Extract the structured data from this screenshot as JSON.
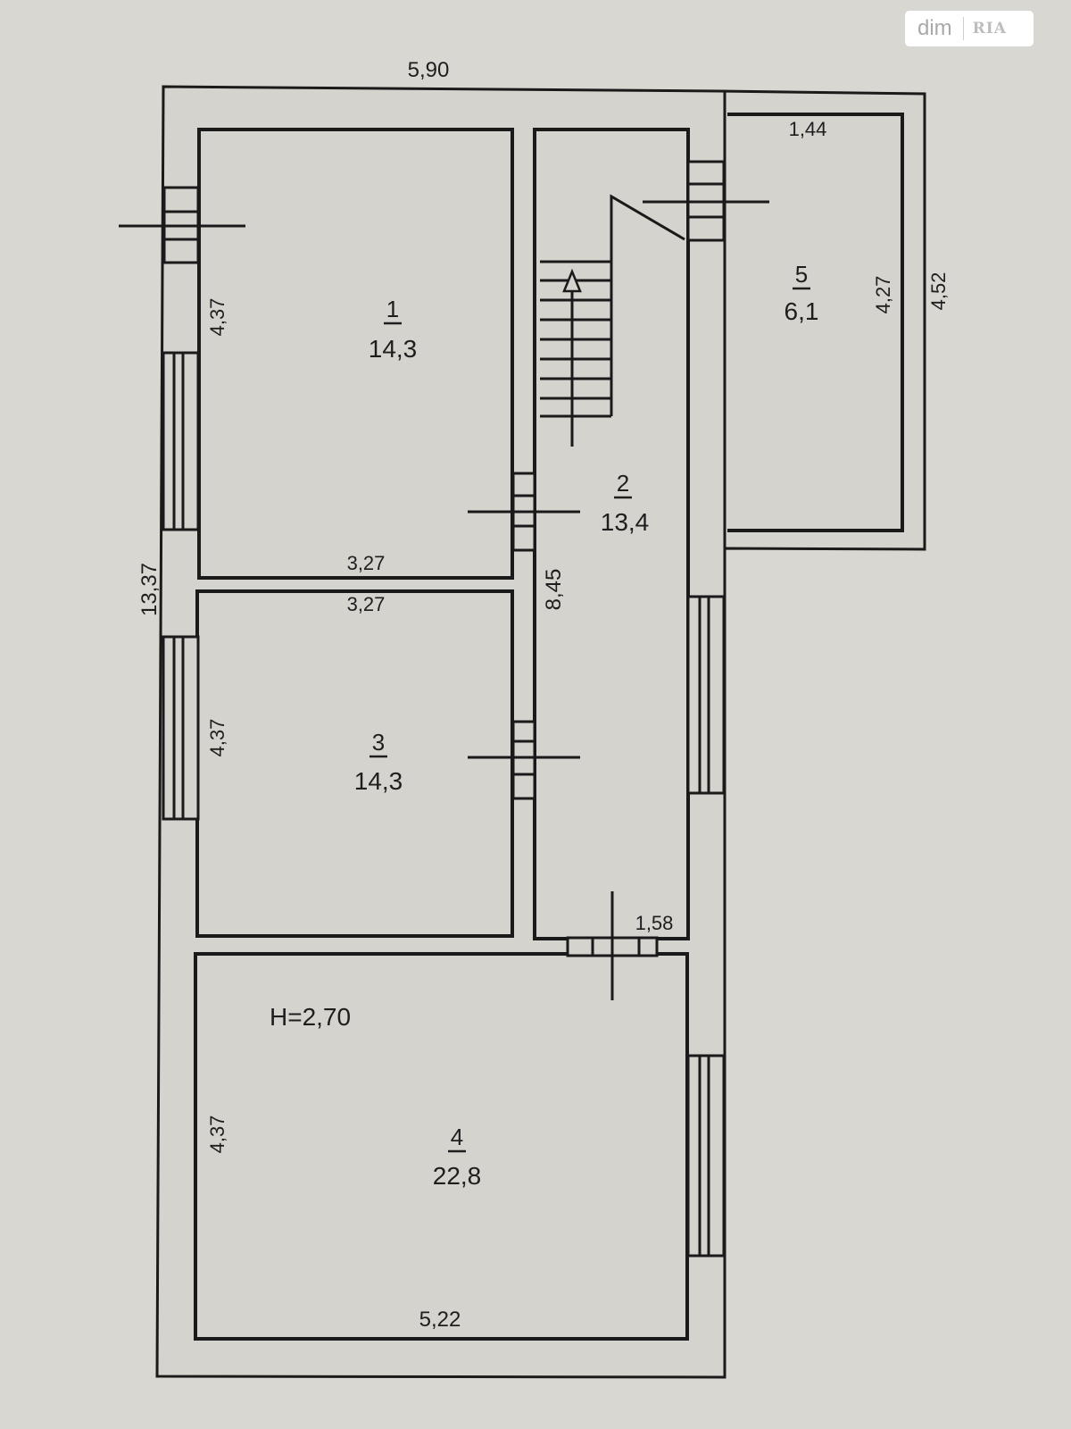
{
  "watermark": {
    "left": "dim",
    "right": "RIA"
  },
  "colors": {
    "background": "#d9d7d1",
    "wall": "#1a1a1a",
    "fill": "#d5d3cd"
  },
  "ceiling_height": "H=2,70",
  "rooms": [
    {
      "number": "1",
      "area": "14,3"
    },
    {
      "number": "2",
      "area": "13,4"
    },
    {
      "number": "3",
      "area": "14,3"
    },
    {
      "number": "4",
      "area": "22,8"
    },
    {
      "number": "5",
      "area": "6,1"
    }
  ],
  "dimensions": {
    "top_total_width": "5,90",
    "left_total_height": "13,37",
    "room1_height": "4,37",
    "room1_width": "3,27",
    "room3_width": "3,27",
    "room3_height": "4,37",
    "room4_height": "4,37",
    "room4_width": "5,22",
    "corridor_length": "8,45",
    "door_width": "1,58",
    "room5_width": "1,44",
    "room5_height": "4,27",
    "annex_outer_height": "4,52"
  }
}
